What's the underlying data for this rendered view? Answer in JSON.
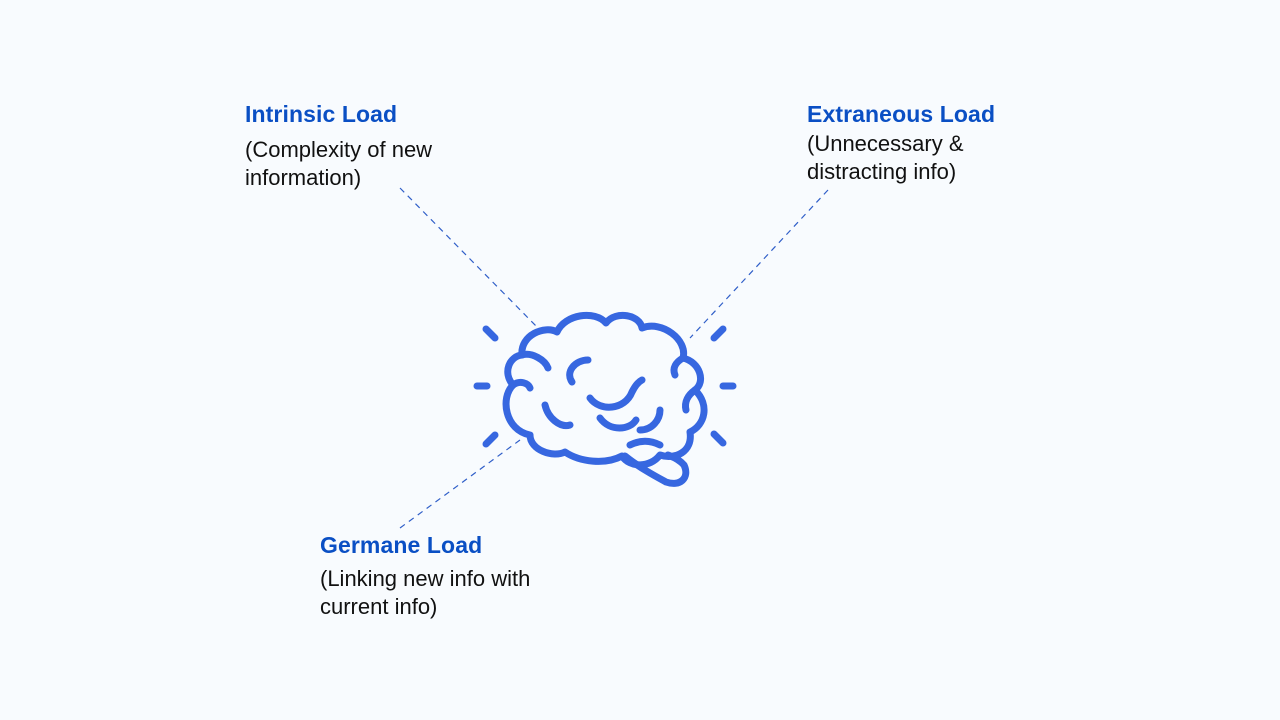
{
  "colors": {
    "background": "#f8fbfe",
    "title": "#0a4fc4",
    "text": "#111111",
    "icon": "#3767e0",
    "connector": "#2f5ec8"
  },
  "icon": "brain-icon",
  "labels": {
    "intrinsic": {
      "title": "Intrinsic Load",
      "desc_lines": [
        "(Complexity of new",
        "information)"
      ]
    },
    "extraneous": {
      "title": "Extraneous Load",
      "desc_lines": [
        "(Unnecessary &",
        "distracting info)"
      ]
    },
    "germane": {
      "title": "Germane Load",
      "desc_lines": [
        "(Linking new info with",
        "current info)"
      ]
    }
  }
}
